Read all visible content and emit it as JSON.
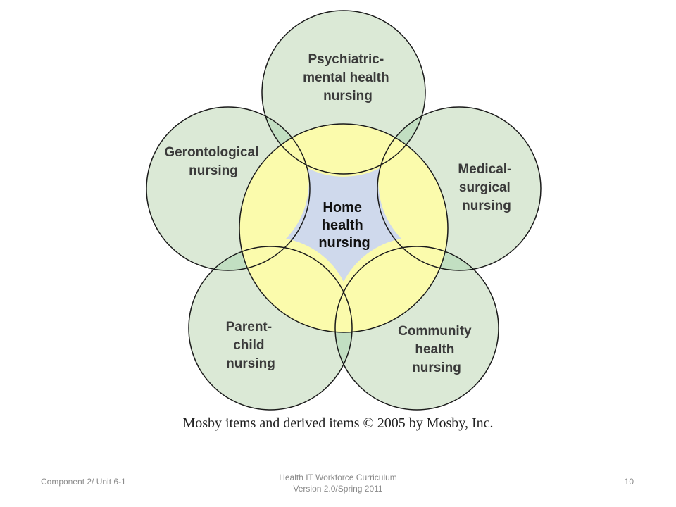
{
  "diagram": {
    "center": {
      "lines": [
        "Home",
        "health",
        "nursing"
      ]
    },
    "outer": [
      {
        "id": "psychiatric",
        "lines": [
          "Psychiatric-",
          "mental health",
          "nursing"
        ]
      },
      {
        "id": "medical",
        "lines": [
          "Medical-",
          "surgical",
          "nursing"
        ]
      },
      {
        "id": "community",
        "lines": [
          "Community",
          "health",
          "nursing"
        ]
      },
      {
        "id": "parent",
        "lines": [
          "Parent-",
          "child",
          "nursing"
        ]
      },
      {
        "id": "gerontological",
        "lines": [
          "Gerontological",
          "nursing"
        ]
      }
    ],
    "colors": {
      "outer_fill": "#dbe9d6",
      "ring_fill": "#fbfbac",
      "center_fill": "#cfd9ec",
      "overlap_fill": "#c2dfc2",
      "stroke": "#1a1a1a"
    }
  },
  "copyright": "Mosby items and derived items © 2005 by Mosby, Inc.",
  "footer": {
    "left": "Component 2/ Unit 6-1",
    "center_line1": "Health IT Workforce Curriculum",
    "center_line2": "Version 2.0/Spring 2011",
    "page_number": "10"
  }
}
